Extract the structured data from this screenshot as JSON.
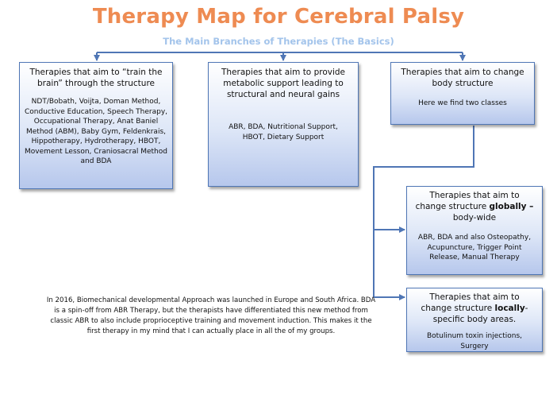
{
  "title": "Therapy Map for Cerebral Palsy",
  "subtitle": "The Main  Branches of Therapies (The Basics)",
  "colors": {
    "title": "#ee8b52",
    "subtitle": "#a3c4eb",
    "box_border": "#4f76b5",
    "box_fill_bottom": "#b6c7ec",
    "connector": "#4f76b5"
  },
  "boxes": {
    "train_brain": {
      "heading": "Therapies that aim to “train the brain” through the structure",
      "body": "NDT/Bobath, Voijta, Doman Method, Conductive Education, Speech Therapy, Occupational Therapy, Anat Baniel Method (ABM), Baby Gym, Feldenkrais, Hippotherapy, Hydrotherapy, HBOT, Movement Lesson, Craniosacral Method and BDA"
    },
    "metabolic": {
      "heading": "Therapies that aim to provide metabolic support leading to structural and neural gains",
      "body": "ABR, BDA, Nutritional Support, HBOT, Dietary Support"
    },
    "body_structure": {
      "heading": "Therapies that aim to change body structure",
      "body": "Here we find two classes"
    },
    "globally": {
      "heading_pre": "Therapies that aim to change structure ",
      "heading_bold": "globally –",
      "heading_post": " body-wide",
      "body": "ABR, BDA  and also Osteopathy, Acupuncture, Trigger Point Release, Manual Therapy"
    },
    "locally": {
      "heading_pre": "Therapies that aim to change structure ",
      "heading_bold": "locally",
      "heading_post": "- specific  body areas.",
      "body": "Botulinum toxin injections, Surgery"
    }
  },
  "note": "In 2016, Biomechanical developmental Approach was launched in Europe and South Africa. BDA is a spin-off from ABR Therapy, but the therapists have differentiated this new method from classic ABR to also include proprioceptive training and movement induction. This makes it the first therapy in my mind that I can actually place in all the of my groups."
}
